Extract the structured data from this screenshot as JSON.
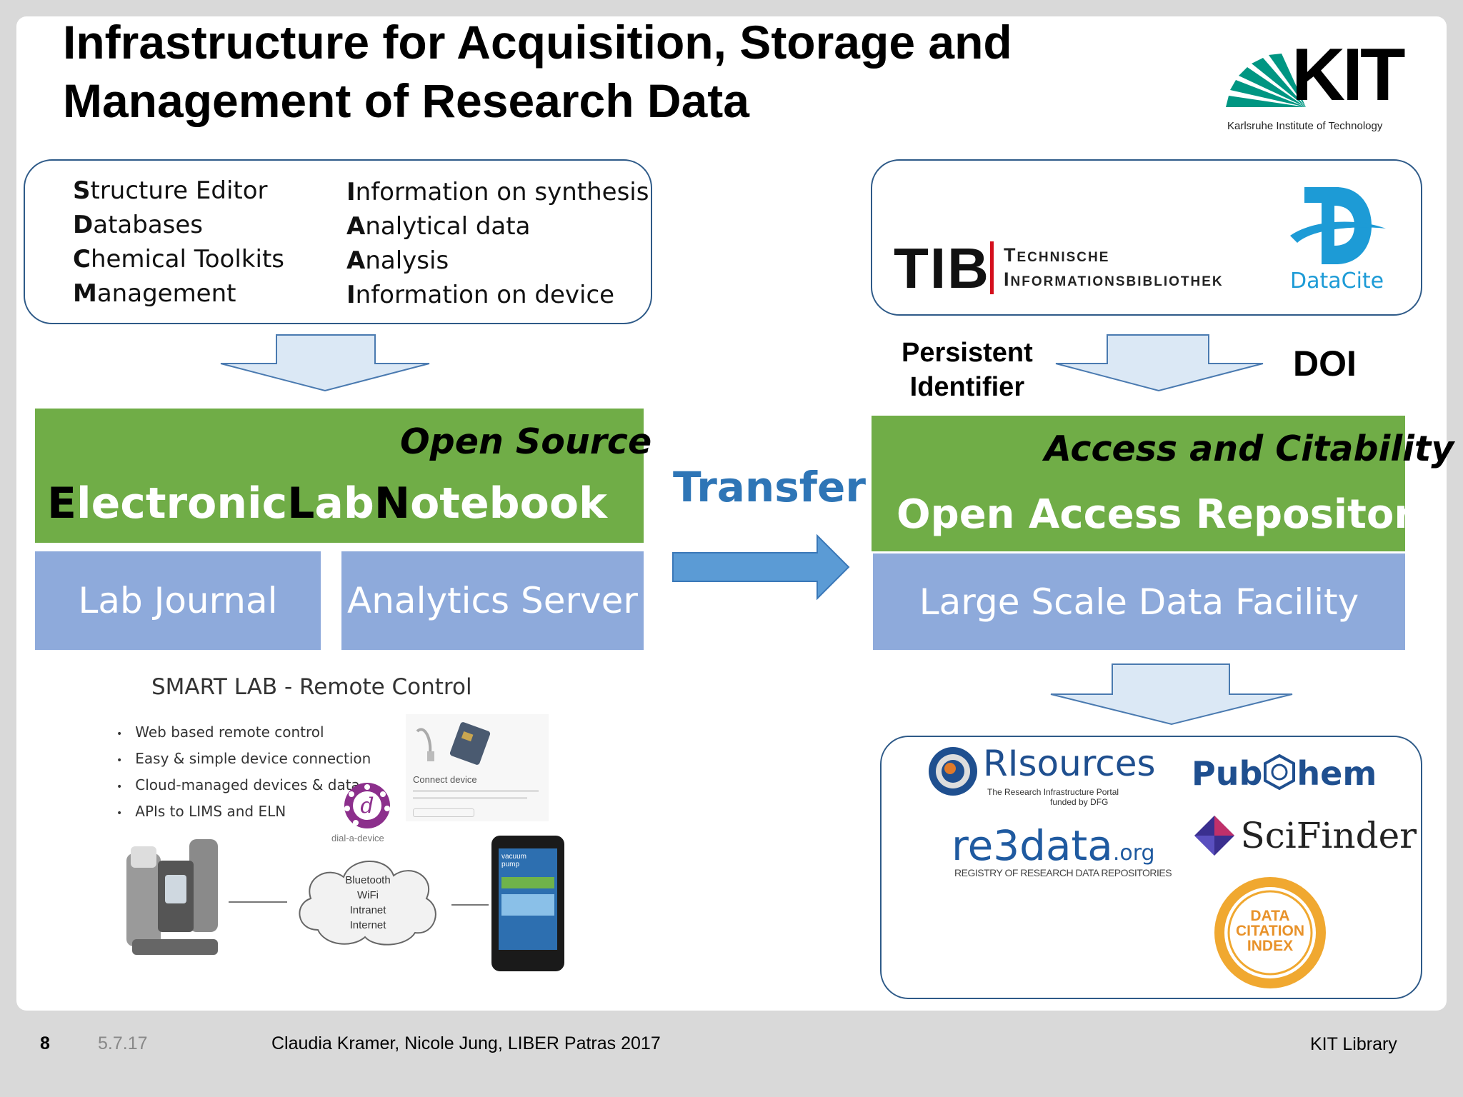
{
  "slide": {
    "title_line1": "Infrastructure for Acquisition, Storage and",
    "title_line2": "Management of Research Data"
  },
  "kit_logo": {
    "text": "KIT",
    "subtitle": "Karlsruhe Institute of Technology"
  },
  "eln_inputs": {
    "col1": [
      {
        "initial": "S",
        "rest": "tructure Editor"
      },
      {
        "initial": "D",
        "rest": "atabases"
      },
      {
        "initial": "C",
        "rest": "hemical Toolkits"
      },
      {
        "initial": "M",
        "rest": "anagement"
      }
    ],
    "col2": [
      {
        "initial": "I",
        "rest": "nformation on synthesis"
      },
      {
        "initial": "A",
        "rest": "nalytical data"
      },
      {
        "initial": "A",
        "rest": "nalysis"
      },
      {
        "initial": "I",
        "rest": "nformation on device"
      }
    ]
  },
  "eln_block": {
    "open_source": "Open Source",
    "e": "E",
    "lectronic": "lectronic",
    "l": "L",
    "ab": "ab",
    "n": "N",
    "otebook": "otebook",
    "lab_journal": "Lab Journal",
    "analytics_server": "Analytics Server"
  },
  "transfer": {
    "label": "Transfer"
  },
  "partners": {
    "tib": "TIB",
    "tib_line1": "Technische",
    "tib_line2": "Informationsbibliothek",
    "datacite": "DataCite"
  },
  "identifier": {
    "persistent_line1": "Persistent",
    "persistent_line2": "Identifier",
    "doi": "DOI"
  },
  "repository_block": {
    "access": "Access and Citability",
    "open_access": "Open Access Repository",
    "lsdf": "Large Scale Data Facility"
  },
  "smart_lab": {
    "title": "SMART LAB - Remote Control",
    "bullets": [
      "Web based remote control",
      "Easy & simple device connection",
      "Cloud-managed devices & data",
      "APIs to LIMS and ELN"
    ],
    "connect_device": "Connect device",
    "dial_a_device": "dial-a-device",
    "cloud_lines": [
      "Bluetooth",
      "WiFi",
      "Intranet",
      "Internet"
    ],
    "phone_text": "vacuum pump"
  },
  "repositories": {
    "risources": "RIsources",
    "risources_sub1": "The Research Infrastructure Portal",
    "risources_sub2": "funded by DFG",
    "pubchem_a": "Pub",
    "pubchem_b": "hem",
    "re3data_a": "re3data",
    "re3data_b": ".org",
    "re3data_sub": "REGISTRY OF RESEARCH DATA REPOSITORIES",
    "scifinder": "SciFinder",
    "citation_line1": "DATA",
    "citation_line2": "CITATION",
    "citation_line3": "INDEX"
  },
  "footer": {
    "page": "8",
    "date": "5.7.17",
    "authors": "Claudia Kramer, Nicole Jung, LIBER Patras 2017",
    "library": "KIT Library"
  },
  "colors": {
    "green": "#70ad47",
    "light_blue": "#8eaadb",
    "transfer_blue": "#2e75b6",
    "arrow_fill": "#dbe8f5",
    "kit_green": "#009682",
    "datacite_blue": "#1d9bd6",
    "tib_red": "#d40f1c"
  }
}
